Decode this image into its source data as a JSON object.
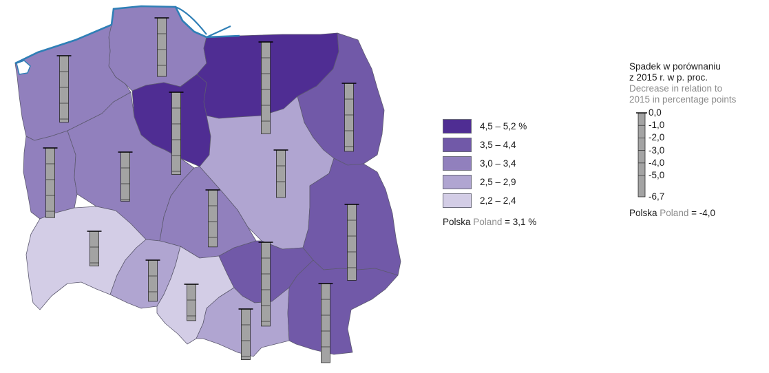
{
  "legend": {
    "classes": [
      {
        "label": "4,5 – 5,2 %",
        "color": "#4f2d93"
      },
      {
        "label": "3,5 – 4,4",
        "color": "#7159a8"
      },
      {
        "label": "3,0 – 3,4",
        "color": "#9180bd"
      },
      {
        "label": "2,5 – 2,9",
        "color": "#b0a5d1"
      },
      {
        "label": "2,2 – 2,4",
        "color": "#d3cde6"
      }
    ],
    "total": {
      "pl": "Polska",
      "en": "Poland",
      "value": "= 3,1 %"
    }
  },
  "bar_legend": {
    "title_pl": [
      "Spadek w porównaniu",
      "z 2015 r. w p. proc."
    ],
    "title_en": [
      "Decrease in relation to",
      "2015 in percentage points"
    ],
    "scale": [
      {
        "label": "0,0",
        "value": 0.0
      },
      {
        "label": "-1,0",
        "value": -1.0
      },
      {
        "label": "-2,0",
        "value": -2.0
      },
      {
        "label": "-3,0",
        "value": -3.0
      },
      {
        "label": "-4,0",
        "value": -4.0
      },
      {
        "label": "-5,0",
        "value": -5.0
      },
      {
        "label": "-6,7",
        "value": -6.7
      }
    ],
    "total": {
      "pl": "Polska",
      "en": "Poland",
      "value": "= -4,0"
    }
  },
  "colors": {
    "sea": "#2f7fb6"
  },
  "regions": [
    {
      "id": "pomorskie",
      "class": 2,
      "decrease": -3.7
    },
    {
      "id": "zachodniopomorskie",
      "class": 2,
      "decrease": -4.2
    },
    {
      "id": "warminsko-mazurskie",
      "class": 0,
      "decrease": -5.8
    },
    {
      "id": "podlaskie",
      "class": 1,
      "decrease": -4.3
    },
    {
      "id": "kujawsko-pomorskie",
      "class": 0,
      "decrease": -5.2
    },
    {
      "id": "lubuskie",
      "class": 2,
      "decrease": -4.4
    },
    {
      "id": "wielkopolskie",
      "class": 2,
      "decrease": -3.1
    },
    {
      "id": "mazowieckie",
      "class": 3,
      "decrease": -3.0
    },
    {
      "id": "lodzkie",
      "class": 2,
      "decrease": -3.6
    },
    {
      "id": "lubelskie",
      "class": 1,
      "decrease": -4.8
    },
    {
      "id": "dolnoslaskie",
      "class": 4,
      "decrease": -2.2
    },
    {
      "id": "opolskie",
      "class": 3,
      "decrease": -2.6
    },
    {
      "id": "slaskie",
      "class": 4,
      "decrease": -2.3
    },
    {
      "id": "swietokrzyskie",
      "class": 1,
      "decrease": -5.3
    },
    {
      "id": "malopolskie",
      "class": 3,
      "decrease": -3.2
    },
    {
      "id": "podkarpackie",
      "class": 1,
      "decrease": -5.0
    }
  ]
}
